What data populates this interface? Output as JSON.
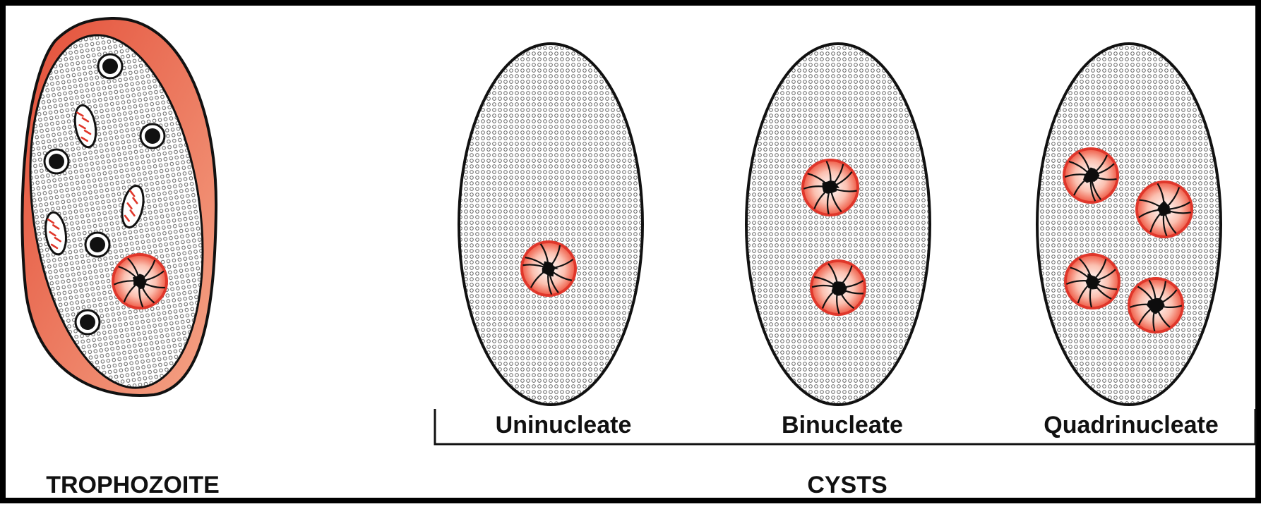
{
  "trophozoite": {
    "label": "TROPHOZOITE"
  },
  "cysts": {
    "label": "CYSTS",
    "stages": [
      {
        "label": "Uninucleate",
        "nuclei": 1
      },
      {
        "label": "Binucleate",
        "nuclei": 2
      },
      {
        "label": "Quadrinucleate",
        "nuclei": 4
      }
    ]
  },
  "colors": {
    "outline": "#111111",
    "ectoplasm": "#e8674f",
    "nucleus_rim": "#e0372b",
    "nucleus_fill": "#f7a894",
    "chromatin": "#0d0d0d"
  }
}
